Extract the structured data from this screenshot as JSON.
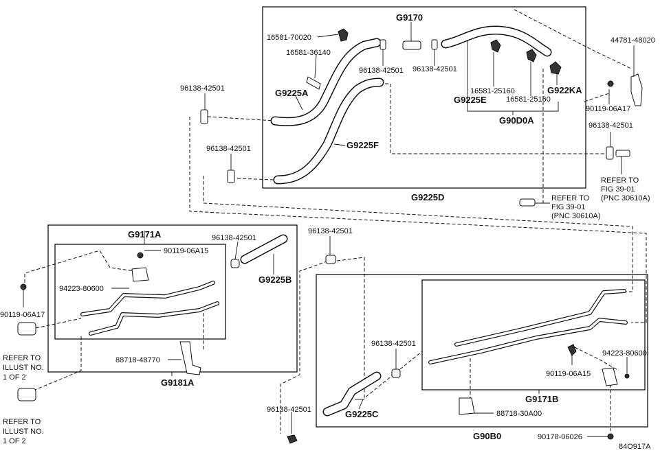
{
  "groups": {
    "g9225d": "G9225D",
    "g9171a": "G9171A",
    "g9181a": "G9181A",
    "g90b0": "G90B0",
    "g9171b": "G9171B"
  },
  "hose_labels": {
    "g9170": "G9170",
    "g9225a": "G9225A",
    "g9225f": "G9225F",
    "g9225e": "G9225E",
    "g922ka": "G922KA",
    "g90d0a": "G90D0A",
    "g9225b": "G9225B",
    "g9225c": "G9225C"
  },
  "parts": {
    "p16581_70020": "16581-70020",
    "p16581_36140": "16581-36140",
    "p96138_top_a": "96138-42501",
    "p96138_top_b": "96138-42501",
    "p16581_25160_a": "16581-25160",
    "p16581_25160_b": "16581-25160",
    "p44781_48020": "44781-48020",
    "p90119_06a17_r": "90119-06A17",
    "p96138_right": "96138-42501",
    "p96138_left1": "96138-42501",
    "p96138_left2": "96138-42501",
    "p90119_06a15_a": "90119-06A15",
    "p96138_mid1": "96138-42501",
    "p96138_mid2": "96138-42501",
    "p94223_80600_a": "94223-80600",
    "p90119_06a17_l": "90119-06A17",
    "p88718_48770": "88718-48770",
    "p96138_lower": "96138-42501",
    "p94223_80600_b": "94223-80600",
    "p90119_06a15_b": "90119-06A15",
    "p96138_bottom": "96138-42501",
    "p88718_30a00": "88718-30A00",
    "p90178_06026": "90178-06026"
  },
  "references": {
    "ref_fig_a": [
      "REFER TO",
      "FIG 39-01",
      "(PNC 30610A)"
    ],
    "ref_fig_b": [
      "REFER TO",
      "FIG 39-01",
      "(PNC 30610A)"
    ],
    "ref_illust_a": [
      "REFER TO",
      "ILLUST NO.",
      "1 OF 2"
    ],
    "ref_illust_b": [
      "REFER TO",
      "ILLUST NO.",
      "1 OF 2"
    ]
  },
  "figure_id": "84O917A"
}
